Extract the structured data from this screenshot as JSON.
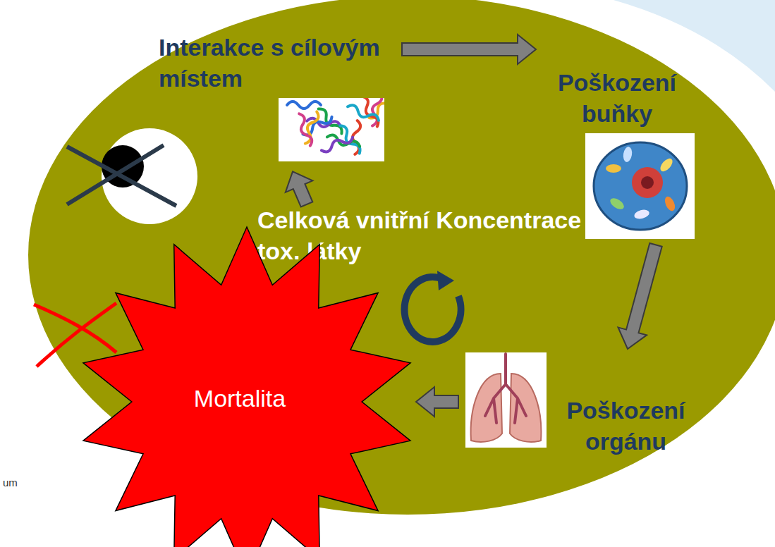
{
  "diagram": {
    "nodes": [
      {
        "text": [
          "Celková vnitřní Koncentrace tox. látky"
        ]
      },
      {
        "text": [
          "Interakce s cílovým místem"
        ]
      },
      {
        "text": [
          "Poškození buňky"
        ]
      },
      {
        "text": [
          "Poškození orgánu"
        ]
      },
      {
        "text": [
          "Mortalita"
        ]
      }
    ],
    "edges": [
      {
        "from": 0,
        "to": 1,
        "arrow": "to"
      },
      {
        "from": 1,
        "to": 2,
        "arrow": "to"
      },
      {
        "from": 2,
        "to": 3,
        "arrow": "to"
      },
      {
        "from": 3,
        "to": 4,
        "arrow": "to"
      }
    ],
    "labels": [
      "um"
    ]
  }
}
